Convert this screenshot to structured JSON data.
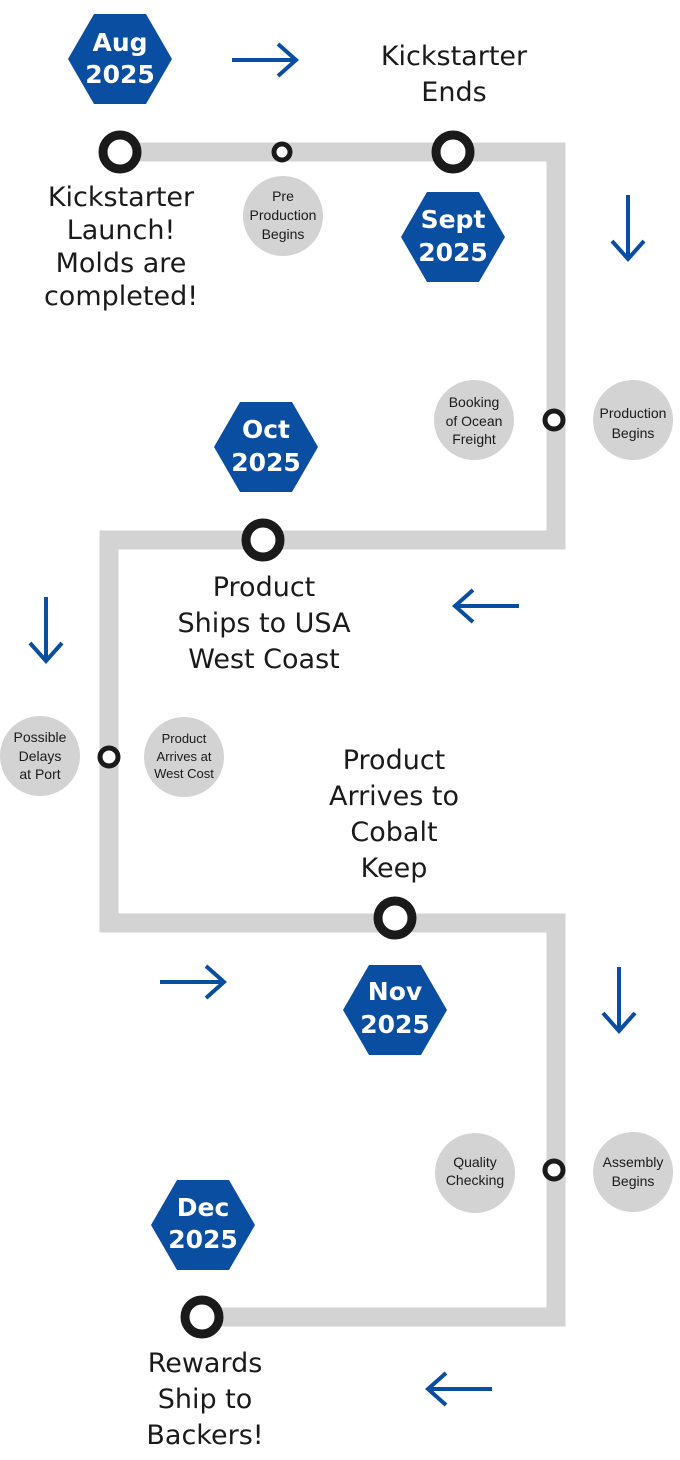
{
  "colors": {
    "accent": "#0a4ea2",
    "track": "#d3d3d3",
    "bubble": "#d3d3d3",
    "node": "#1a1a1a",
    "text": "#1a1a1a"
  },
  "months": [
    {
      "month": "Aug",
      "year": "2025"
    },
    {
      "month": "Sept",
      "year": "2025"
    },
    {
      "month": "Oct",
      "year": "2025"
    },
    {
      "month": "Nov",
      "year": "2025"
    },
    {
      "month": "Dec",
      "year": "2025"
    }
  ],
  "milestones": {
    "kickstarter_launch": [
      "Kickstarter",
      "Launch!",
      "Molds are",
      "completed!"
    ],
    "kickstarter_ends": [
      "Kickstarter",
      "Ends"
    ],
    "product_ships": [
      "Product",
      "Ships to USA",
      "West Coast"
    ],
    "product_arrives_cobalt": [
      "Product",
      "Arrives to",
      "Cobalt",
      "Keep"
    ],
    "rewards_ship": [
      "Rewards",
      "Ship to",
      "Backers!"
    ]
  },
  "bubbles": {
    "pre_production": [
      "Pre",
      "Production",
      "Begins"
    ],
    "booking_freight": [
      "Booking",
      "of Ocean",
      "Freight"
    ],
    "production_begins": [
      "Production",
      "Begins"
    ],
    "possible_delays": [
      "Possible",
      "Delays",
      "at Port"
    ],
    "product_arrives_west": [
      "Product",
      "Arrives at",
      "West Cost"
    ],
    "quality_checking": [
      "Quality",
      "Checking"
    ],
    "assembly_begins": [
      "Assembly",
      "Begins"
    ]
  },
  "arrows": [
    "right",
    "down",
    "left",
    "down",
    "right",
    "down",
    "left"
  ]
}
